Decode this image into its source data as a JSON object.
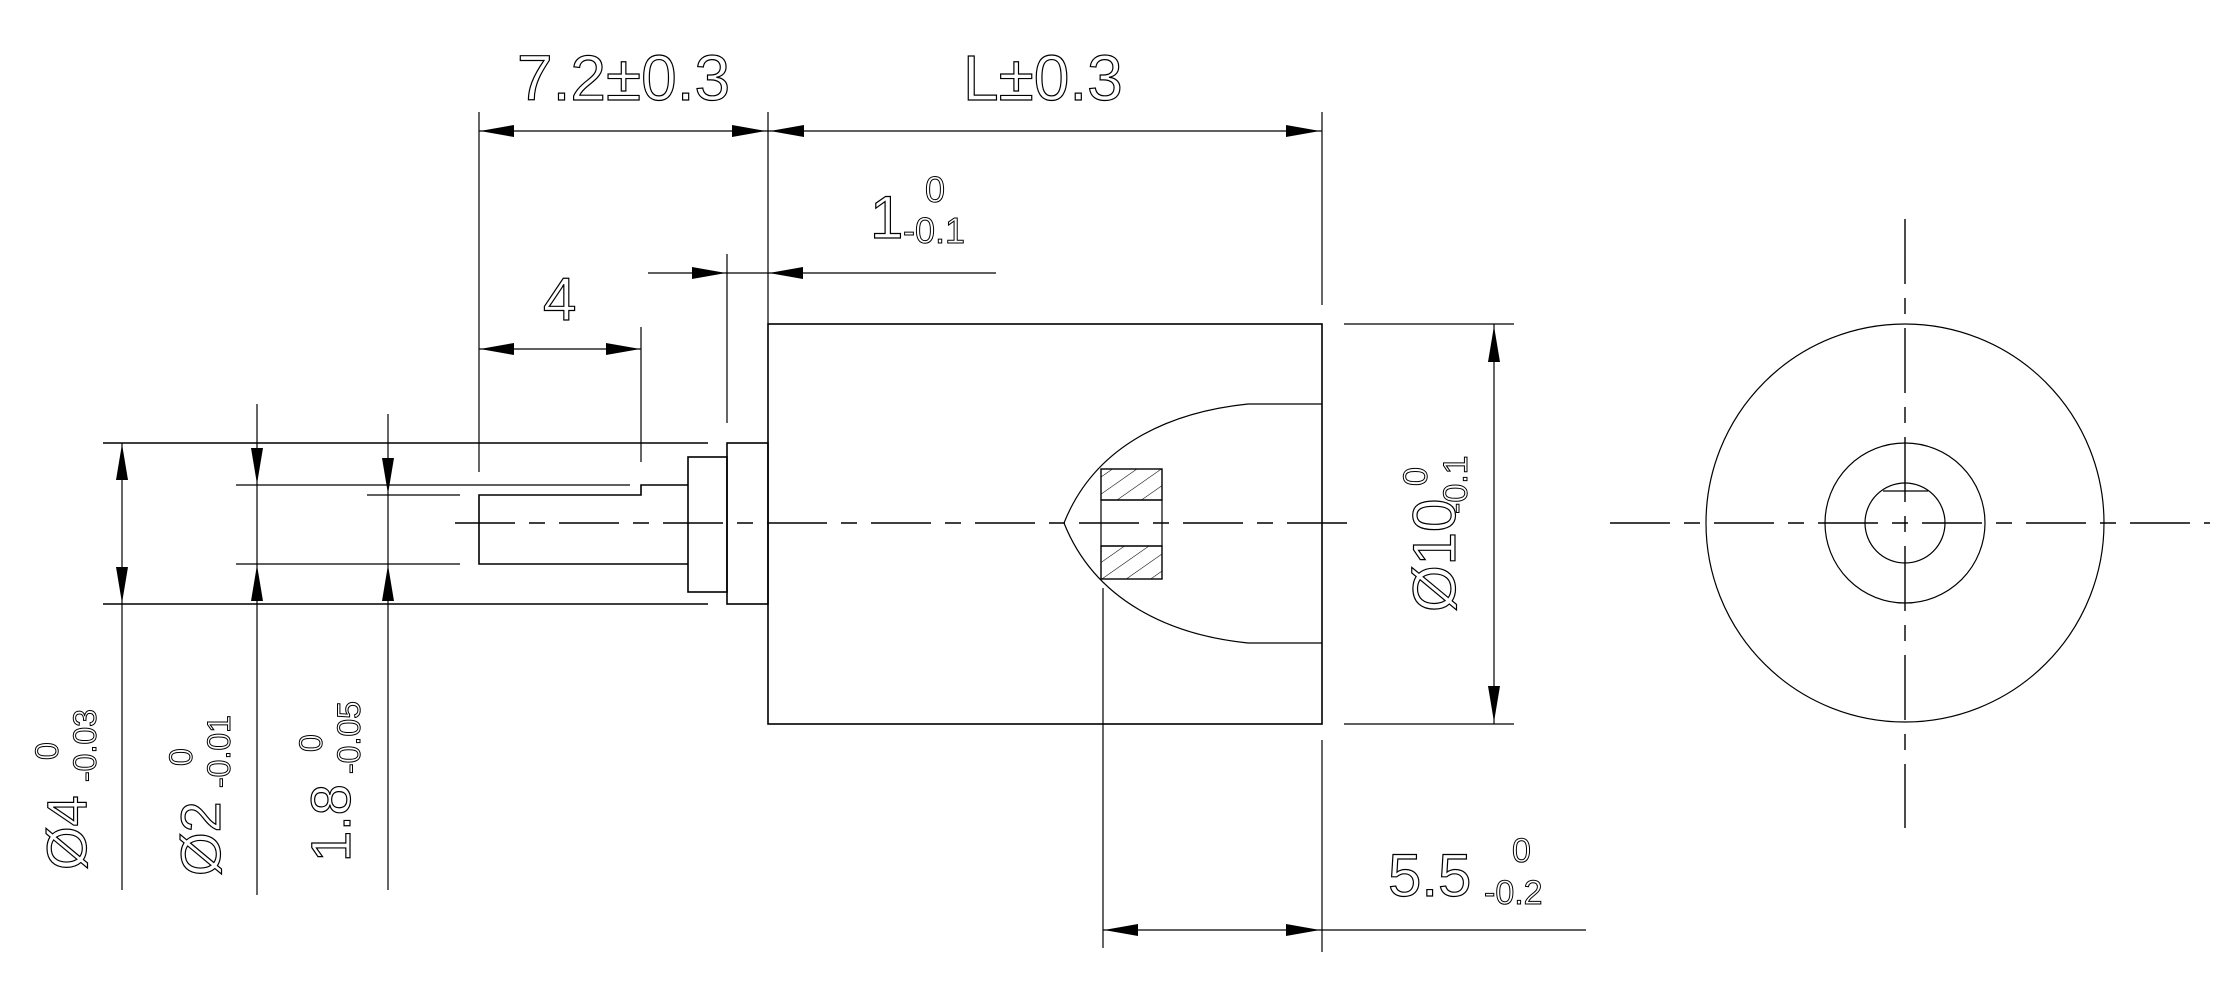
{
  "drawing": {
    "type": "mechanical-dimension-drawing",
    "views": [
      "side-view",
      "end-view"
    ],
    "line_color": "#000000",
    "background": "#ffffff"
  },
  "dimensions": {
    "shaft_length": {
      "nominal": "7.2",
      "tolerance": "±0.3"
    },
    "body_length": {
      "nominal": "L",
      "tolerance": "±0.3"
    },
    "flange_thickness": {
      "nominal": "1",
      "upper": "0",
      "lower": "-0.1"
    },
    "flat_length": {
      "nominal": "4"
    },
    "body_diameter": {
      "prefix": "Ø",
      "nominal": "10",
      "upper": "0",
      "lower": "-0.1"
    },
    "magnet_offset": {
      "nominal": "5.5",
      "upper": "0",
      "lower": "-0.2"
    },
    "shaft_outer_diameter": {
      "prefix": "Ø",
      "nominal": "4",
      "upper": "0",
      "lower": "-0.03"
    },
    "shaft_diameter": {
      "prefix": "Ø",
      "nominal": "2",
      "upper": "0",
      "lower": "-0.01"
    },
    "flat_height": {
      "nominal": "1.8",
      "upper": "0",
      "lower": "-0.05"
    }
  },
  "labels": {
    "shaft_length": "7.2±0.3",
    "body_length": "L±0.3",
    "flange_thickness_main": "1",
    "flange_thickness_upper": "0",
    "flange_thickness_lower": "-0.1",
    "flat_length": "4",
    "body_diameter_main": "Ø10",
    "body_diameter_upper": "0",
    "body_diameter_lower": "-0.1",
    "magnet_offset_main": "5.5",
    "magnet_offset_upper": "0",
    "magnet_offset_lower": "-0.2",
    "d4_main": "Ø4",
    "d4_upper": "0",
    "d4_lower": "-0.03",
    "d2_main": "Ø2",
    "d2_upper": "0",
    "d2_lower": "-0.01",
    "h18_main": "1.8",
    "h18_upper": "0",
    "h18_lower": "-0.05"
  }
}
